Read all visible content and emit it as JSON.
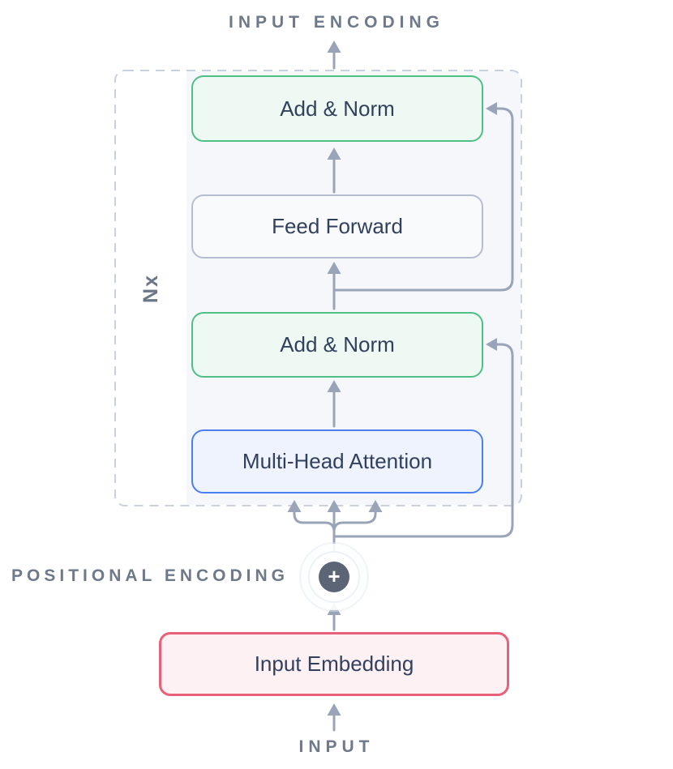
{
  "labels": {
    "input_encoding": "INPUT ENCODING",
    "positional_encoding": "POSITIONAL ENCODING",
    "input": "INPUT",
    "nx": "Nx",
    "plus": "+"
  },
  "encoder_blocks": [
    {
      "id": "add-norm-top",
      "label": "Add & Norm",
      "type": "add-norm"
    },
    {
      "id": "feed-forward",
      "label": "Feed Forward",
      "type": "feed-forward"
    },
    {
      "id": "add-norm-bottom",
      "label": "Add & Norm",
      "type": "add-norm"
    },
    {
      "id": "multi-head-attention",
      "label": "Multi-Head Attention",
      "type": "attention"
    }
  ],
  "embedding_block": {
    "label": "Input Embedding"
  },
  "icons": {
    "plus_combine": "plus-in-circle",
    "arrows": "up-arrow-connectors"
  },
  "colors": {
    "add_norm_border": "#4fc085",
    "add_norm_fill": "#edf9f2",
    "feed_forward_border": "#b5bed1",
    "feed_forward_fill": "#f9fafc",
    "attention_border": "#4b80f2",
    "attention_fill": "#eef3fe",
    "embedding_border": "#e96079",
    "embedding_fill": "#fdf1f4",
    "arrow_line": "#9aa4b8",
    "dashed_border": "#c9d1dc",
    "panel_background": "#f5f7fa",
    "caps_label_text": "#6e7989",
    "block_text": "#32405e",
    "plus_circle_background": "#5c6575"
  }
}
